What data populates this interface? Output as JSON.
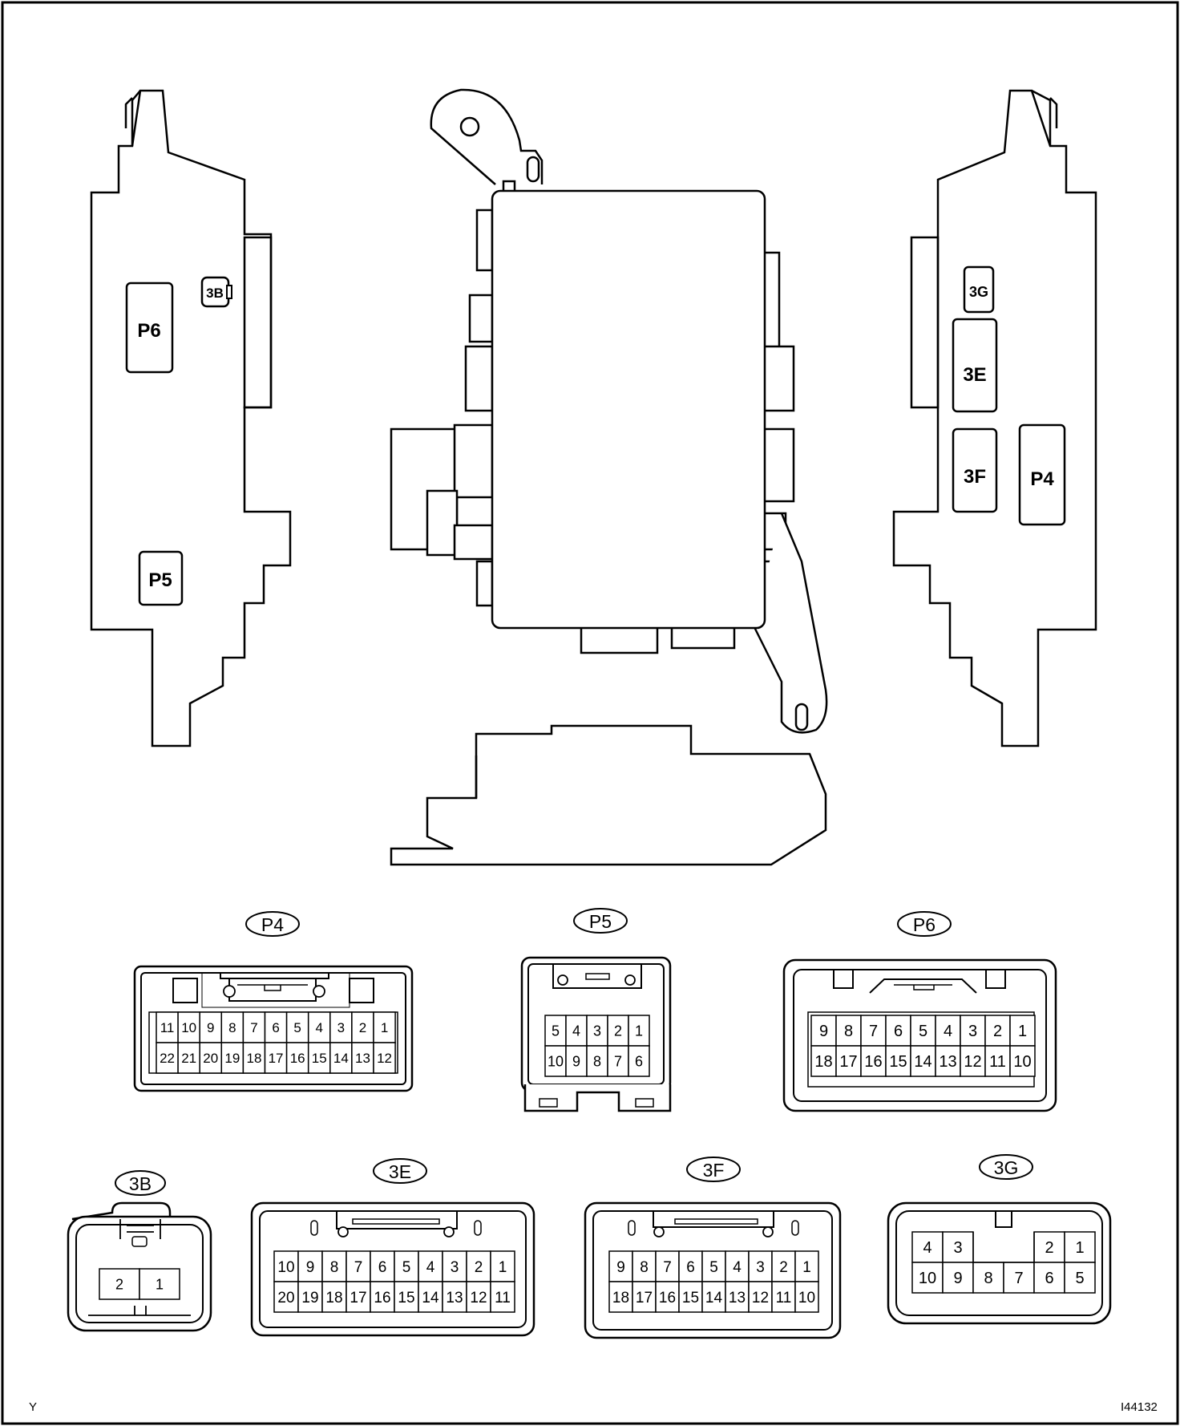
{
  "part_labels": {
    "left_panel": {
      "p6": "P6",
      "b3": "3B",
      "p5": "P5"
    },
    "right_panel": {
      "g3": "3G",
      "e3": "3E",
      "f3": "3F",
      "p4": "P4"
    }
  },
  "connectors": {
    "P4": {
      "name": "P4",
      "row1": [
        "11",
        "10",
        "9",
        "8",
        "7",
        "6",
        "5",
        "4",
        "3",
        "2",
        "1"
      ],
      "row2": [
        "22",
        "21",
        "20",
        "19",
        "18",
        "17",
        "16",
        "15",
        "14",
        "13",
        "12"
      ]
    },
    "P5": {
      "name": "P5",
      "row1": [
        "5",
        "4",
        "3",
        "2",
        "1"
      ],
      "row2": [
        "10",
        "9",
        "8",
        "7",
        "6"
      ]
    },
    "P6": {
      "name": "P6",
      "row1": [
        "9",
        "8",
        "7",
        "6",
        "5",
        "4",
        "3",
        "2",
        "1"
      ],
      "row2": [
        "18",
        "17",
        "16",
        "15",
        "14",
        "13",
        "12",
        "11",
        "10"
      ]
    },
    "B3": {
      "name": "3B",
      "row1": [
        "2",
        "1"
      ]
    },
    "E3": {
      "name": "3E",
      "row1": [
        "10",
        "9",
        "8",
        "7",
        "6",
        "5",
        "4",
        "3",
        "2",
        "1"
      ],
      "row2": [
        "20",
        "19",
        "18",
        "17",
        "16",
        "15",
        "14",
        "13",
        "12",
        "11"
      ]
    },
    "F3": {
      "name": "3F",
      "row1": [
        "9",
        "8",
        "7",
        "6",
        "5",
        "4",
        "3",
        "2",
        "1"
      ],
      "row2": [
        "18",
        "17",
        "16",
        "15",
        "14",
        "13",
        "12",
        "11",
        "10"
      ]
    },
    "G3": {
      "name": "3G",
      "row1": [
        "4",
        "3",
        "",
        "2",
        "1"
      ],
      "row2": [
        "10",
        "9",
        "8",
        "7",
        "6",
        "5"
      ]
    }
  },
  "footer": {
    "left": "Y",
    "right": "I44132"
  }
}
